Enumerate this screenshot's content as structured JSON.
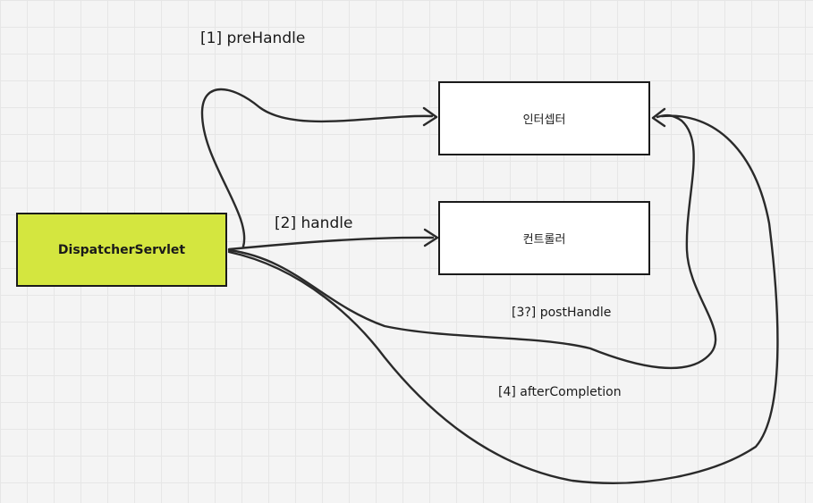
{
  "diagram": {
    "nodes": {
      "dispatcher": {
        "label": "DispatcherServlet",
        "fill": "#d4e63f"
      },
      "interceptor": {
        "label": "인터셉터",
        "fill": "#ffffff"
      },
      "controller": {
        "label": "컨트롤러",
        "fill": "#ffffff"
      }
    },
    "edges": {
      "prehandle": {
        "label": "[1] preHandle",
        "from": "dispatcher",
        "to": "interceptor"
      },
      "handle": {
        "label": "[2] handle",
        "from": "dispatcher",
        "to": "controller"
      },
      "posthandle": {
        "label": "[3?] postHandle",
        "from": "dispatcher",
        "to": "interceptor"
      },
      "aftercompletion": {
        "label": "[4] afterCompletion",
        "from": "dispatcher",
        "to": "interceptor"
      }
    }
  }
}
